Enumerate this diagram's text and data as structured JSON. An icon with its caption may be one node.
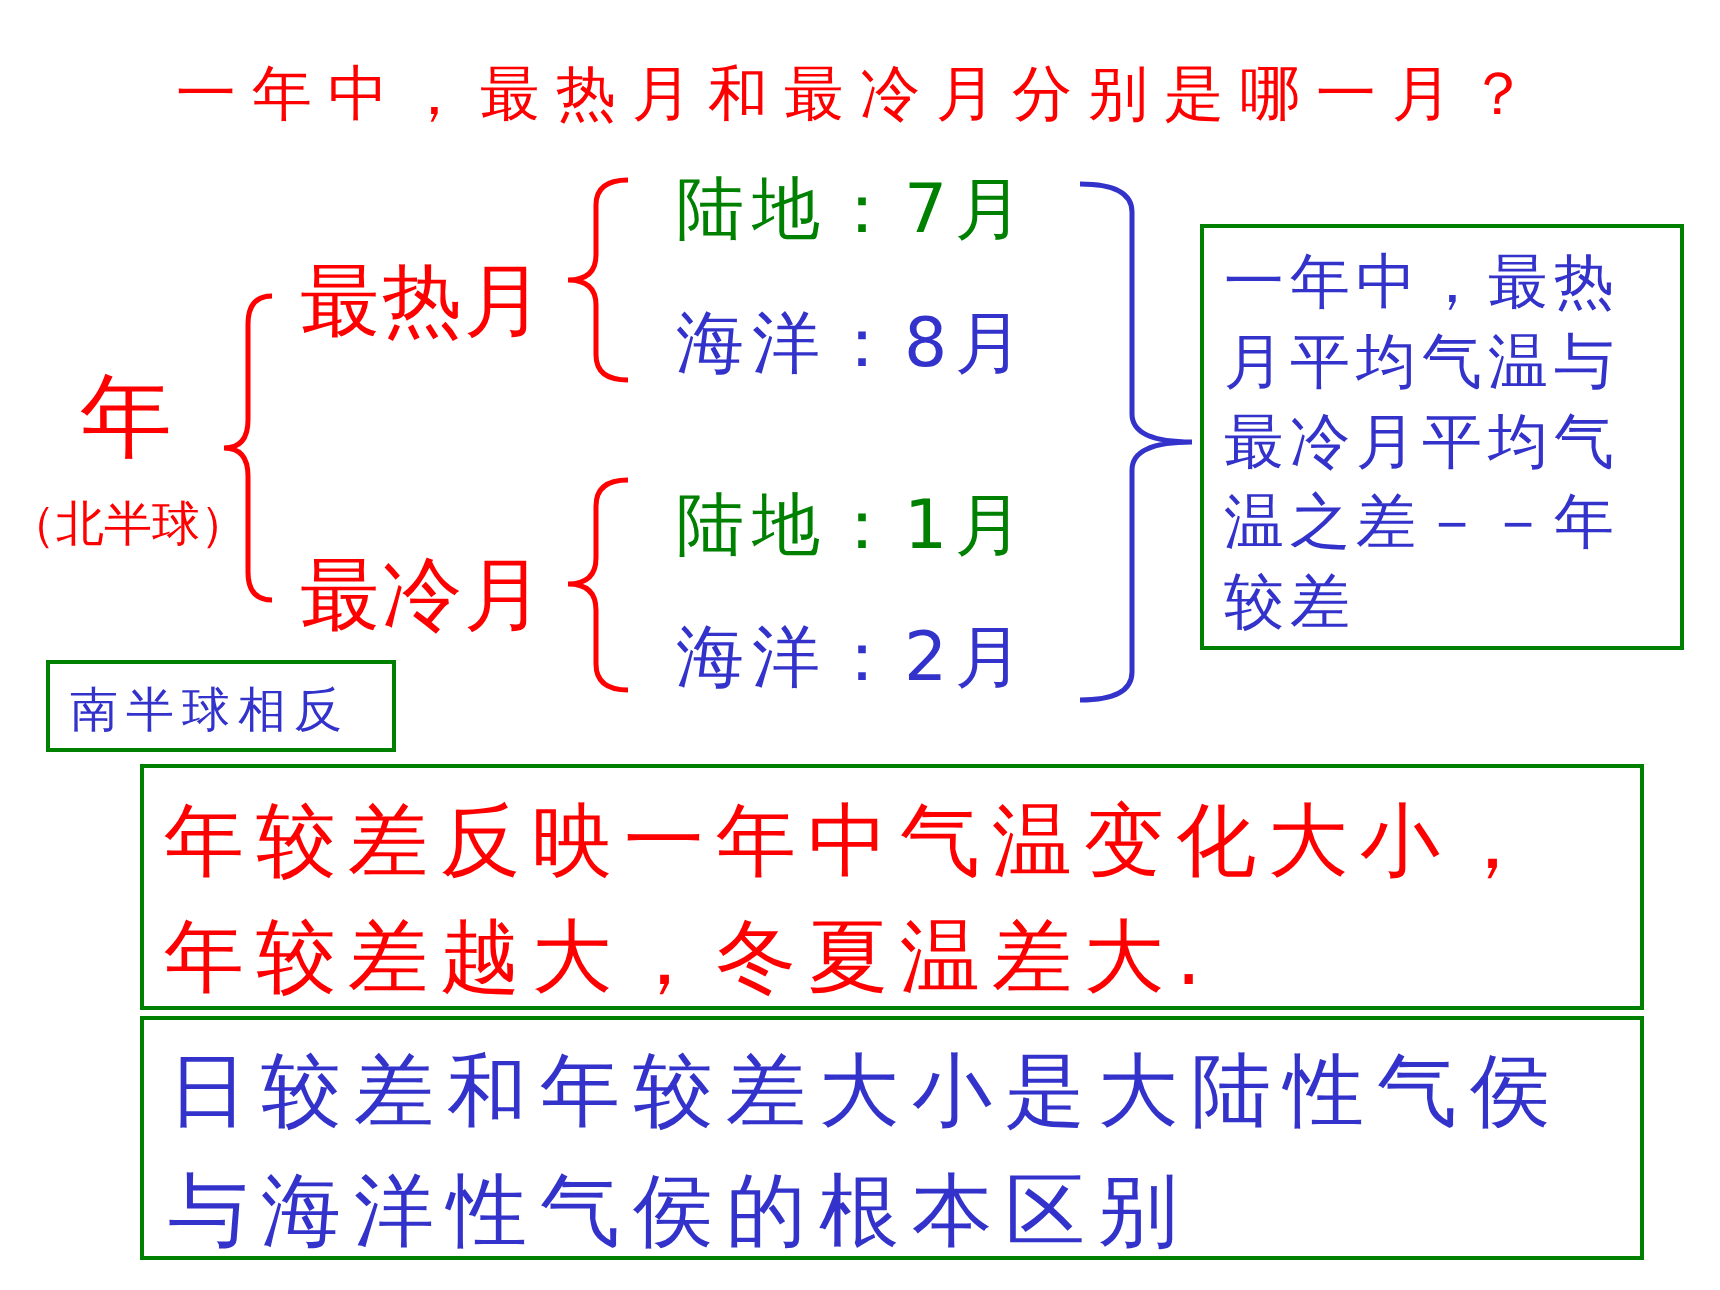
{
  "diagram": {
    "title": "一年中，最热月和最冷月分别是哪一月？",
    "nodes": [
      {
        "text": [
          "一年中，最热月平均气温与最冷月平均气温之差－－年较差"
        ]
      },
      {
        "text": [
          "南半球相反"
        ]
      },
      {
        "text": [
          "年较差反映一年中气温变化大小，年较差越大，冬夏温差大."
        ]
      },
      {
        "text": [
          "日较差和年较差大小是大陆性气侯与海洋性气侯的根本区别"
        ]
      }
    ],
    "labels": [
      "年",
      "（北半球）",
      "最热月",
      "陆地：7月",
      "海洋：8月",
      "最冷月",
      "陆地：1月",
      "海洋：2月"
    ]
  }
}
